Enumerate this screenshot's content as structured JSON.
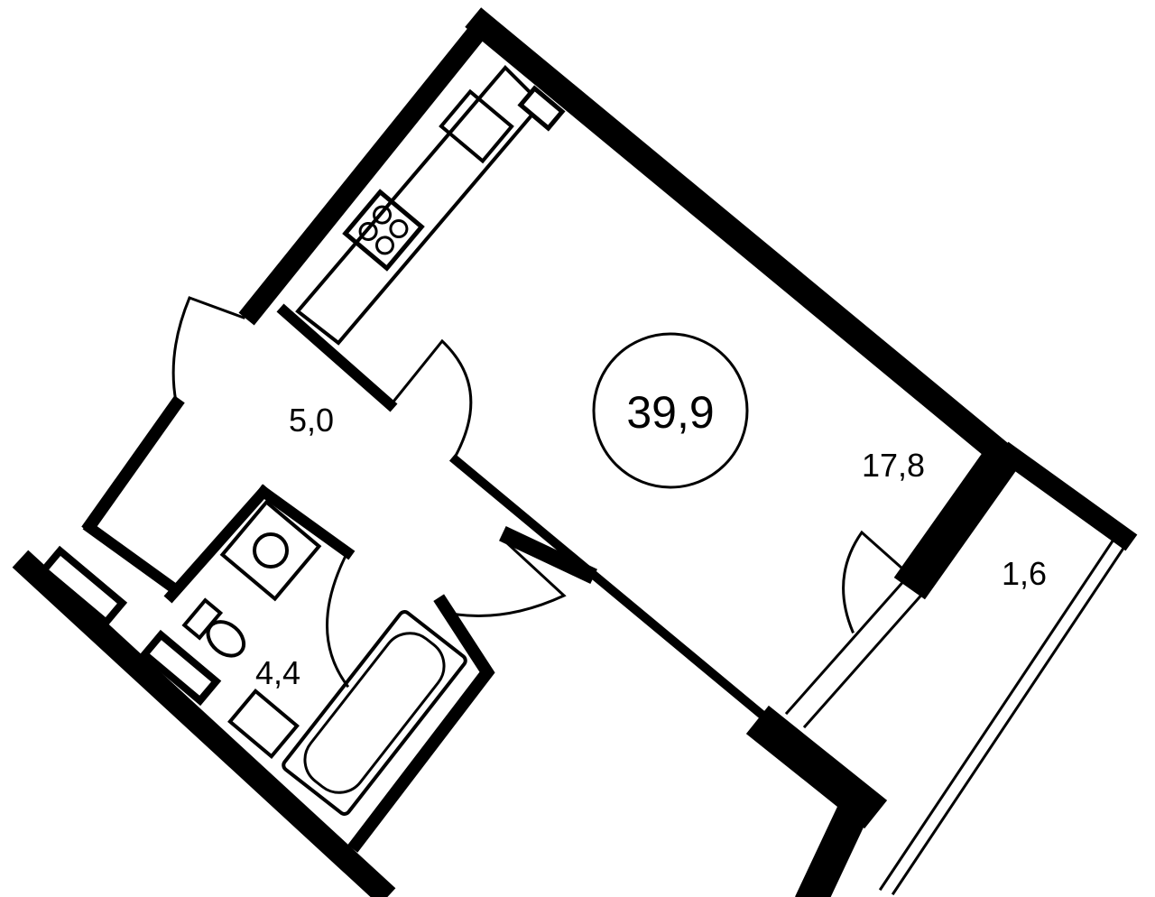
{
  "plan": {
    "total_area": "39,9",
    "rooms": [
      {
        "name": "living-room",
        "area": "17,8"
      },
      {
        "name": "hallway",
        "area": "5,0"
      },
      {
        "name": "bathroom",
        "area": "4,4"
      },
      {
        "name": "balcony",
        "area": "1,6"
      }
    ]
  },
  "colors": {
    "wall": "#000000",
    "background": "#ffffff"
  }
}
